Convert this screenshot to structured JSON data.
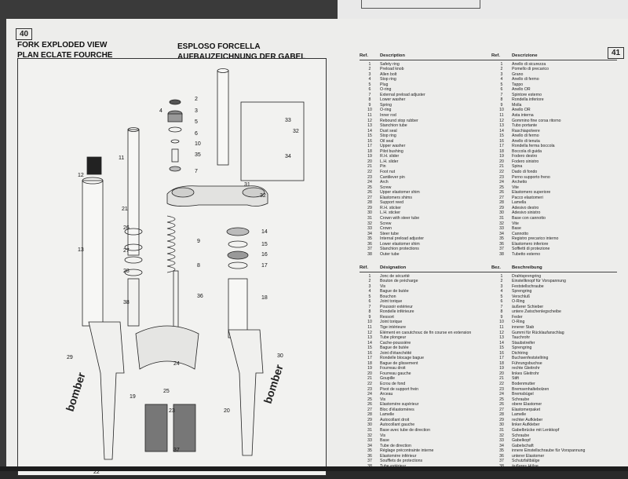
{
  "page": {
    "number_left": "40",
    "number_right": "41",
    "titles": {
      "en": "FORK EXPLODED VIEW",
      "fr": "PLAN ECLATE FOURCHE",
      "it": "ESPLOSO FORCELLA",
      "de": "AUFBAUZEICHNUNG DER GABEL"
    }
  },
  "diagram": {
    "brand_left": "bomber",
    "brand_right": "bomber",
    "callouts": [
      "2",
      "3",
      "4",
      "5",
      "6",
      "10",
      "35",
      "7",
      "31",
      "11",
      "12",
      "21",
      "33",
      "32",
      "34",
      "32",
      "26",
      "27",
      "28",
      "13",
      "38",
      "9",
      "8",
      "36",
      "14",
      "15",
      "16",
      "17",
      "18",
      "24",
      "29",
      "30",
      "19",
      "25",
      "23",
      "37",
      "20",
      "22"
    ]
  },
  "tables": {
    "english": {
      "ref_header": "Ref.",
      "desc_header": "Description",
      "items": [
        "Safety ring",
        "Preload knob",
        "Allen bolt",
        "Stop ring",
        "Plug",
        "O-ring",
        "External preload adjuster",
        "Lower washer",
        "Spring",
        "O-ring",
        "Inner rod",
        "Rebound stop rubber",
        "Stanchion tube",
        "Dust seal",
        "Stop ring",
        "Oil seal",
        "Upper washer",
        "Pilot bushing",
        "R.H. slider",
        "L.H. slider",
        "Pin",
        "Foot nut",
        "Cantilever pin",
        "Arch",
        "Screw",
        "Upper elastomer shim",
        "Elastomers shims",
        "Support reed",
        "R.H. sticker",
        "L.H. sticker",
        "Crown with steer tube",
        "Screw",
        "Crown",
        "Steer tube",
        "Internal preload adjuster",
        "Lower elastomer shim",
        "Stanchion protections",
        "Outer tube"
      ]
    },
    "italian": {
      "ref_header": "Ref.",
      "desc_header": "Descrizione",
      "items": [
        "Anello di sicurezza",
        "Pomello di precarico",
        "Grano",
        "Anello di fermo",
        "Tappo",
        "Anello OR",
        "Spintore esterno",
        "Rondella inferiore",
        "Molla",
        "Anello OR",
        "Asta interna",
        "Gommino fine corsa ritorno",
        "Tubo portante",
        "Raschiapolvere",
        "Anello di fermo",
        "Anello di tenuta",
        "Rondella ferma boccola",
        "Boccola di guida",
        "Fodero destro",
        "Fodero sinistro",
        "Spina",
        "Dado di fondo",
        "Perno supporto freno",
        "Archetto",
        "Vite",
        "Elastomero superiore",
        "Pacco elastomeri",
        "Lamella",
        "Adesivo destro",
        "Adesivo sinistro",
        "Base con cannotto",
        "Vite",
        "Base",
        "Cannotto",
        "Registro precarico interno",
        "Elastomero inferiore",
        "Soffietti di protezione",
        "Tubetto esterno"
      ]
    },
    "french": {
      "ref_header": "Réf.",
      "desc_header": "Désignation",
      "items": [
        "Jonc de sécurité",
        "Bouton de précharge",
        "Vis",
        "Bague de butée",
        "Bouchon",
        "Joint torique",
        "Poussoir extérieur",
        "Rondelle inférieure",
        "Ressort",
        "Joint torique",
        "Tige intérieure",
        "Elément en caoutchouc de fin course en extension",
        "Tube plongeur",
        "Cache-poussière",
        "Bague de butée",
        "Joint d'étanchéité",
        "Rondelle blocage bague",
        "Bague de glissement",
        "Fourreau droit",
        "Fourreau gauche",
        "Goupille",
        "Ecrou de fond",
        "Pivot de support frein",
        "Arceau",
        "Vis",
        "Elastomère supérieur",
        "Bloc d'élastomères",
        "Lamelle",
        "Autocollant droit",
        "Autocollant gauche",
        "Base avec tube de direction",
        "Vis",
        "Base",
        "Tube de direction",
        "Réglage précontrainte interne",
        "Elastomère inférieur",
        "Soufflets de protections",
        "Tube extérieur"
      ]
    },
    "german": {
      "ref_header": "Bez.",
      "desc_header": "Beschreibung",
      "items": [
        "Drahtsprengring",
        "Einstellknopf für Vorspannung",
        "Feststellschraube",
        "Sprengring",
        "Verschluß",
        "O-Ring",
        "äußerer Schieber",
        "untere Zwischenlegscheibe",
        "Feder",
        "O-Ring",
        "innerer Stab",
        "Gummi für Rücklaufanschlag",
        "Tauchrohr",
        "Staubstreifer",
        "Sprengring",
        "Dichtring",
        "Buchsenfeststellring",
        "Führungsbuchse",
        "rechte Gleitrohr",
        "linkes Gleitrohr",
        "Stift",
        "Bodenmutter",
        "Bremsenhaltebolzen",
        "Bremsbügel",
        "Schraube",
        "obere Elastomer",
        "Elastomerpaket",
        "Lamelle",
        "rechter Aufkleber",
        "linker Aufkleber",
        "Gabelbrücke mit Lenkkopf",
        "Schraube",
        "Gabelkopf",
        "Gabelschaft",
        "innere Einstellschraube für Vorspannung",
        "unterer Elastomer",
        "Schutzfaltbälge",
        "äußeres Hülse"
      ]
    }
  }
}
